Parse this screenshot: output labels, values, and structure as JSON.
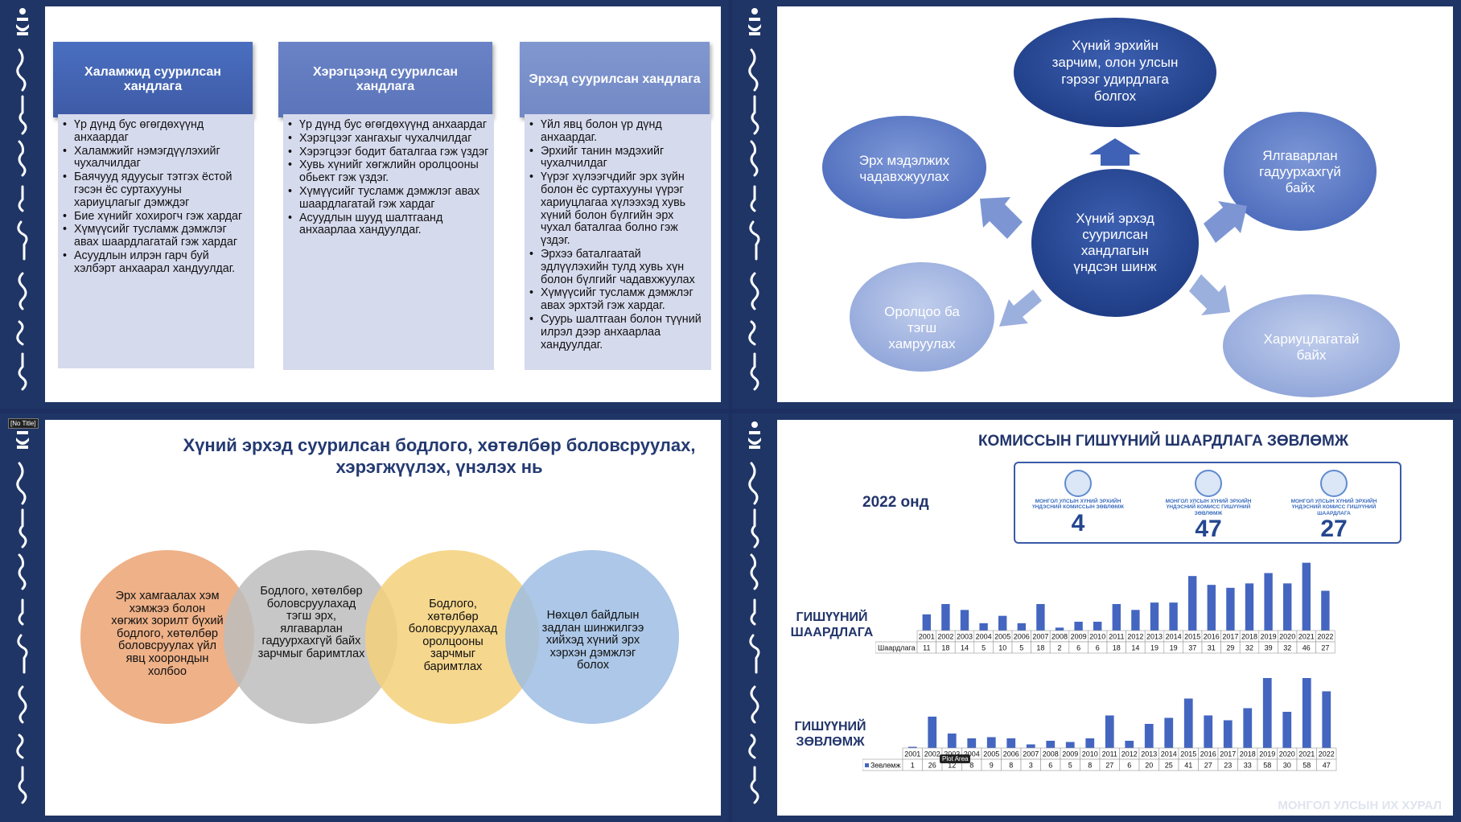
{
  "slide1": {
    "columns": [
      {
        "title": "Халамжид суурилсан хандлага",
        "items": [
          "Үр дүнд бус өгөгдөхүүнд анхаардаг",
          "Халамжийг нэмэгдүүлэхийг чухалчилдаг",
          "Баячууд ядуусыг тэтгэх ёстой гэсэн ёс суртахууны хариуцлагыг дэмждэг",
          "Бие хүнийг хохирогч гэж хардаг",
          "Хүмүүсийг тусламж дэмжлэг авах шаардлагатай гэж хардаг",
          "Асуудлын илрэн гарч буй хэлбэрт анхаарал хандуулдаг."
        ]
      },
      {
        "title": "Хэрэгцээнд суурилсан хандлага",
        "items": [
          "Үр дүнд бус өгөгдөхүүнд анхаардаг",
          "Хэрэгцээг хангахыг чухалчилдаг",
          "Хэрэгцээг бодит баталгаа гэж үздэг",
          "Хувь хүнийг хөгжлийн оролцооны обьект гэж үздэг.",
          "Хүмүүсийг тусламж дэмжлэг авах шаардлагатай гэж хардаг",
          "Асуудлын шууд шалтгаанд анхаарлаа хандуулдаг."
        ]
      },
      {
        "title": "Эрхэд суурилсан хандлага",
        "items": [
          "Үйл явц болон үр дүнд анхаардаг.",
          "Эрхийг танин мэдэхийг чухалчилдаг",
          "Үүрэг хүлээгчдийг эрх зүйн болон ёс суртахууны үүрэг хариуцлагаа хүлээхэд хувь хүний болон бүлгийн эрх чухал баталгаа болно гэж үздэг.",
          "Эрхээ баталгаатай эдлүүлэхийн тулд хувь хүн болон бүлгийг чадавхжуулах",
          "Хүмүүсийг тусламж дэмжлэг авах эрхтэй гэж хардаг.",
          "Суурь шалтгаан болон түүний илрэл дээр анхаарлаа хандуулдаг."
        ]
      }
    ]
  },
  "slide2": {
    "center": "Хүний эрхэд суурилсан хандлагын үндсэн шинж",
    "top": "Хүний эрхийн зарчим, олон улсын гэрээг удирдлага болгох",
    "left": "Эрх мэдэлжих чадавхжуулах",
    "right": "Ялгаварлан гадуурхахгүй байх",
    "bottom_left": "Оролцоо ба тэгш хамруулах",
    "bottom_right": "Хариуцлагатай байх",
    "colors": {
      "dark": "#24458f",
      "mid": "#5a79c4",
      "light": "#a9b9e1"
    }
  },
  "slide3": {
    "no_title_tag": "[No Title]",
    "title_line1": "Хүний эрхэд суурилсан бодлого, хөтөлбөр боловсруулах,",
    "title_line2": "хэрэгжүүлэх, үнэлэх нь",
    "circles": [
      {
        "text": "Эрх хамгаалах хэм хэмжээ болон хөгжих зорилт бүхий бодлого, хөтөлбөр боловсруулах үйл явц хоорондын холбоо",
        "color": "#eca87b"
      },
      {
        "text": "Бодлого, хөтөлбөр боловсруулахад тэгш эрх, ялгаварлан гадуурхахгүй байх зарчмыг баримтлах",
        "color": "#bdbdbd"
      },
      {
        "text": "Бодлого, хөтөлбөр боловсруулахад оролцооны зарчмыг баримтлах",
        "color": "#f5d07a"
      },
      {
        "text": "Нөхцөл байдлын задлан шинжилгээ хийхэд хүний эрх хэрхэн дэмжлэг болох",
        "color": "#9dbde3"
      }
    ]
  },
  "slide4": {
    "title": "КОМИССЫН ГИШҮҮНИЙ ШААРДЛАГА ЗӨВЛӨМЖ",
    "year_label": "2022 онд",
    "stats": [
      {
        "org": "МОНГОЛ УЛСЫН ХҮНИЙ ЭРХИЙН ҮНДЭСНИЙ КОМИССЫН ЗӨВЛӨМЖ",
        "value": "4"
      },
      {
        "org": "МОНГОЛ УЛСЫН ХҮНИЙ ЭРХИЙН ҮНДЭСНИЙ КОМИСС ГИШҮҮНИЙ ЗӨВЛӨМЖ",
        "value": "47"
      },
      {
        "org": "МОНГОЛ УЛСЫН ХҮНИЙ ЭРХИЙН ҮНДЭСНИЙ КОМИСС ГИШҮҮНИЙ ШААРДЛАГА",
        "value": "27"
      }
    ],
    "row1_label": "ГИШҮҮНИЙ ШААРДЛАГА",
    "row2_label": "ГИШҮҮНИЙ ЗӨВЛӨМЖ",
    "tooltip": "Plot Area",
    "watermark": "МОНГОЛ УЛСЫН ИХ ХУРАЛ",
    "bar_color": "#4466c1"
  },
  "chart_data": [
    {
      "type": "bar",
      "categories": [
        "2001",
        "2002",
        "2003",
        "2004",
        "2005",
        "2006",
        "2007",
        "2008",
        "2009",
        "2010",
        "2011",
        "2012",
        "2013",
        "2014",
        "2015",
        "2016",
        "2017",
        "2018",
        "2019",
        "2020",
        "2021",
        "2022"
      ],
      "series": [
        {
          "name": "Шаардлага",
          "values": [
            11,
            18,
            14,
            5,
            10,
            5,
            18,
            2,
            6,
            6,
            18,
            14,
            19,
            19,
            37,
            31,
            29,
            32,
            39,
            32,
            46,
            27
          ]
        }
      ],
      "ylim": [
        0,
        48
      ]
    },
    {
      "type": "bar",
      "categories": [
        "2001",
        "2002",
        "2003",
        "2004",
        "2005",
        "2006",
        "2007",
        "2008",
        "2009",
        "2010",
        "2011",
        "2012",
        "2013",
        "2014",
        "2015",
        "2016",
        "2017",
        "2018",
        "2019",
        "2020",
        "2021",
        "2022"
      ],
      "series": [
        {
          "name": "Зөвлөмж",
          "values": [
            1,
            26,
            12,
            8,
            9,
            8,
            3,
            6,
            5,
            8,
            27,
            6,
            20,
            25,
            41,
            27,
            23,
            33,
            58,
            30,
            58,
            47
          ]
        }
      ],
      "ylim": [
        0,
        60
      ]
    }
  ]
}
